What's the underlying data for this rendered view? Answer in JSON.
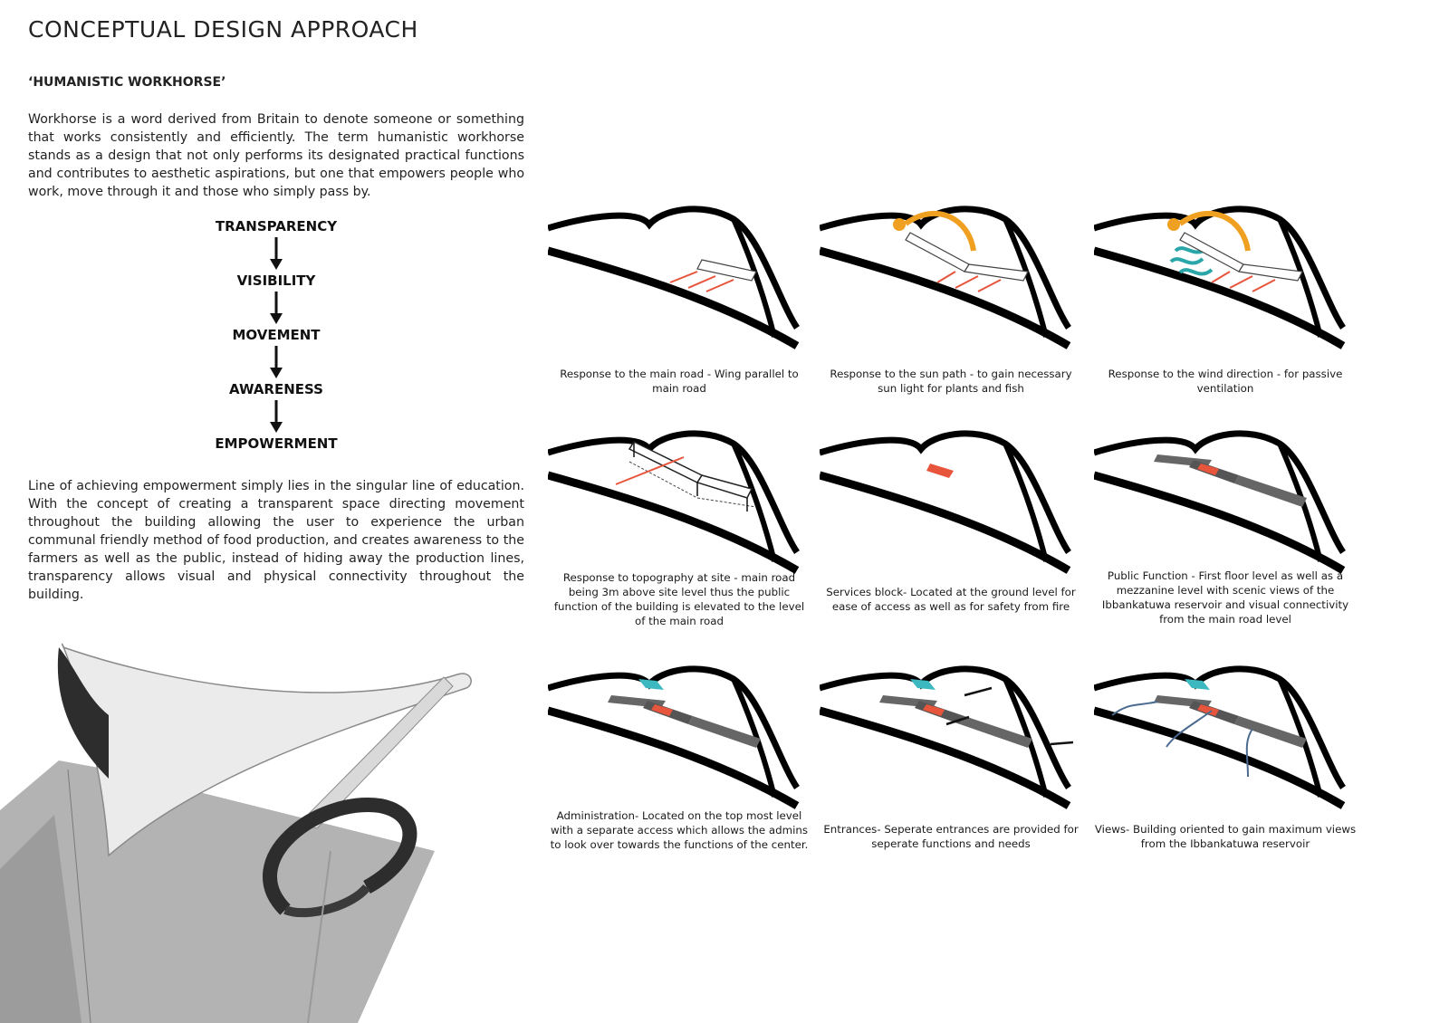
{
  "header": {
    "title": "CONCEPTUAL DESIGN APPROACH",
    "subtitle": "‘HUMANISTIC WORKHORSE’"
  },
  "intro": {
    "paragraph_1": "Workhorse is a word derived from Britain to denote someone or something that works consistently and efficiently. The term humanistic workhorse stands as a design that not only performs its designated practical functions and contributes to aesthetic aspirations, but one that empowers people who work, move through it and those who simply pass by.",
    "paragraph_2": "Line of achieving empowerment simply lies in the singular line of education. With the concept of creating a transparent space directing movement throughout the building allowing the user to experience the urban communal friendly method of food production, and creates awareness to the farmers as well as the public, instead of hiding away the production lines, transparency allows visual and physical connectivity throughout the building."
  },
  "flow": {
    "steps": [
      "TRANSPARENCY",
      "VISIBILITY",
      "MOVEMENT",
      "AWARENESS",
      "EMPOWERMENT"
    ]
  },
  "diagrams": [
    {
      "caption": "Response to the main road - Wing parallel to main road",
      "icon": "road-response-sketch"
    },
    {
      "caption": "Response to the sun path - to gain necessary sun light for plants and fish",
      "icon": "sun-path-sketch"
    },
    {
      "caption": "Response to the wind direction - for passive ventilation",
      "icon": "wind-direction-sketch"
    },
    {
      "caption": "Response to topography at site - main road being 3m above site level thus the public function of the building is elevated to the level of the main road",
      "icon": "topography-sketch"
    },
    {
      "caption": "Services block- Located at the ground level for ease of access as well as for safety from fire",
      "icon": "services-block-sketch"
    },
    {
      "caption": "Public Function - First floor level as well as a mezzanine level with scenic views of the Ibbankatuwa reservoir and visual connectivity from the main road level",
      "icon": "public-function-sketch"
    },
    {
      "caption": "Administration- Located on the top most level with a separate access which allows the admins to look over towards the functions of the center.",
      "icon": "administration-sketch"
    },
    {
      "caption": "Entrances- Seperate entrances are provided for seperate functions and needs",
      "icon": "entrances-sketch"
    },
    {
      "caption": "Views- Building oriented to gain maximum views from the Ibbankatuwa reservoir",
      "icon": "views-sketch"
    }
  ],
  "colors": {
    "accent_red": "#e8553d",
    "sun_orange": "#f0a020",
    "wind_teal": "#2aa6a8",
    "admin_teal": "#3cb8c0",
    "view_blue": "#4a6a8f"
  }
}
